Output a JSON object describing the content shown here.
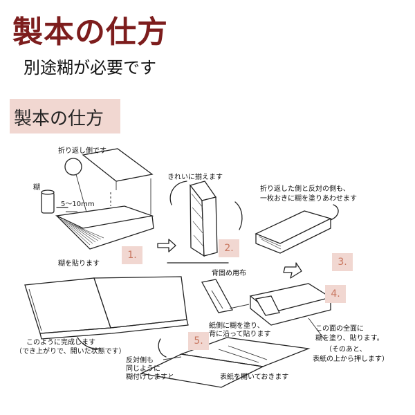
{
  "header": {
    "title": "製本の仕方",
    "subtitle": "別途糊が必要です"
  },
  "section": {
    "label": "製本の仕方"
  },
  "labels": {
    "fold_side": "折り返し側です",
    "glue": "糊",
    "margin": "5～10mm",
    "apply_glue": "糊を貼ります",
    "align": "きれいに揃えます",
    "glue_alternate_1": "折り返した側と反対の側も、",
    "glue_alternate_2": "一枚おきに糊を塗りあわせます",
    "spine_cloth": "背固め用布",
    "paper_glue_1": "紙側に糊を塗り、",
    "paper_glue_2": "背に沿って貼ります",
    "whole_face_1": "この面の全面に",
    "whole_face_2": "糊を塗り、貼ります。",
    "whole_face_3": "（そのあと、",
    "whole_face_4": "表紙の上から押します）",
    "complete_1": "このように完成します",
    "complete_2": "（でき上がりで、開いた状態です）",
    "opposite_1": "反対側も",
    "opposite_2": "同じように",
    "opposite_3": "糊付けしますと",
    "open_cover": "表紙を開いておきます"
  },
  "steps": [
    "1.",
    "2.",
    "3.",
    "4.",
    "5."
  ],
  "colors": {
    "title": "#7d1d1d",
    "label_background": "#f1d7d1",
    "step_number": "#c8765f"
  }
}
